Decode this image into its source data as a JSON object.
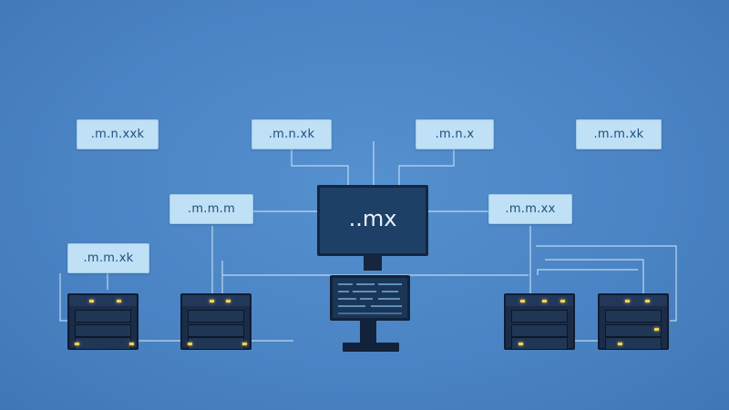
{
  "diagram": {
    "central_monitor_label": "..mx",
    "labels": [
      {
        "id": "label-1",
        "text": ".m.n.xxk"
      },
      {
        "id": "label-2",
        "text": ".m.n.xk"
      },
      {
        "id": "label-3",
        "text": ".m.n.x"
      },
      {
        "id": "label-4",
        "text": ".m.m.xk"
      },
      {
        "id": "label-5",
        "text": ".m.m.m"
      },
      {
        "id": "label-6",
        "text": ".m.m.xx"
      },
      {
        "id": "label-7",
        "text": ".m.m.xk"
      }
    ],
    "colors": {
      "background": "#4e86c6",
      "label_fill": "#bfe0f5",
      "wire": "#cfe6f7",
      "device": "#1a2c48",
      "led": "#f1d35a"
    }
  }
}
